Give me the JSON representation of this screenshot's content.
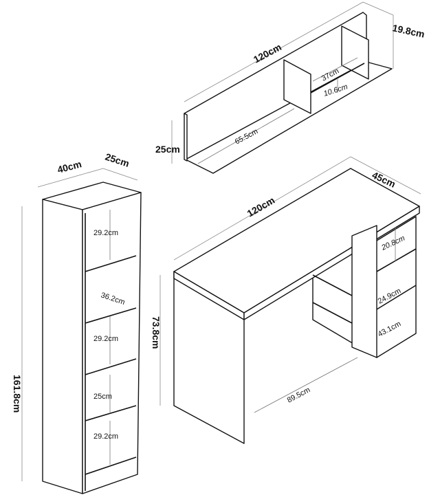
{
  "wall_shelf": {
    "width": "120cm",
    "depth": "19.8cm",
    "height": "25cm",
    "left_compartment": "65.5cm",
    "right_compartment_width": "37cm",
    "right_compartment_height": "10.6cm"
  },
  "bookcase": {
    "width": "40cm",
    "depth": "25cm",
    "height": "161.8cm",
    "shelves": [
      "29.2cm",
      "36.2cm",
      "29.2cm",
      "25cm",
      "29.2cm"
    ]
  },
  "desk": {
    "width": "120cm",
    "depth": "45cm",
    "height": "73.8cm",
    "knee_space": "89.5cm",
    "side_shelves": [
      "20.8cm",
      "24.9cm",
      "43.1cm"
    ]
  }
}
